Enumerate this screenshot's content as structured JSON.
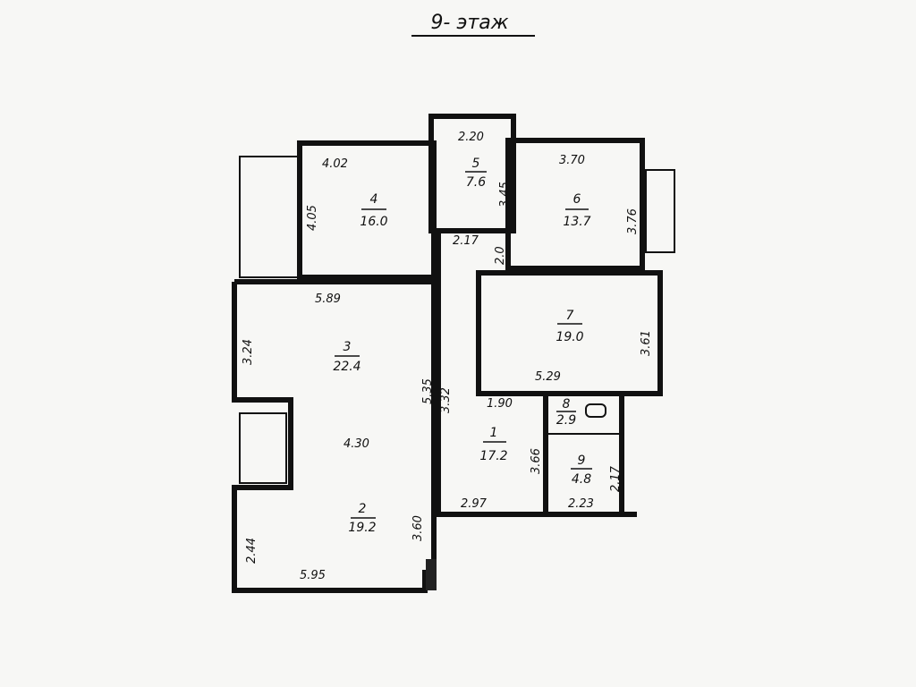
{
  "title": "9- этаж",
  "rooms": [
    {
      "number": "1",
      "area": "17.2"
    },
    {
      "number": "2",
      "area": "19.2"
    },
    {
      "number": "3",
      "area": "22.4"
    },
    {
      "number": "4",
      "area": "16.0"
    },
    {
      "number": "5",
      "area": "7.6"
    },
    {
      "number": "6",
      "area": "13.7"
    },
    {
      "number": "7",
      "area": "19.0"
    },
    {
      "number": "8",
      "area": "2.9"
    },
    {
      "number": "9",
      "area": "4.8"
    }
  ],
  "dimensions": [
    "2.20",
    "3.45",
    "4.02",
    "4.05",
    "3.70",
    "3.76",
    "2.17",
    "2.0",
    "5.89",
    "3.24",
    "3.61",
    "5.29",
    "5.35",
    "3.32",
    "1.90",
    "4.30",
    "3.66",
    "2.17",
    "2.97",
    "2.23",
    "3.60",
    "2.44",
    "5.95"
  ]
}
